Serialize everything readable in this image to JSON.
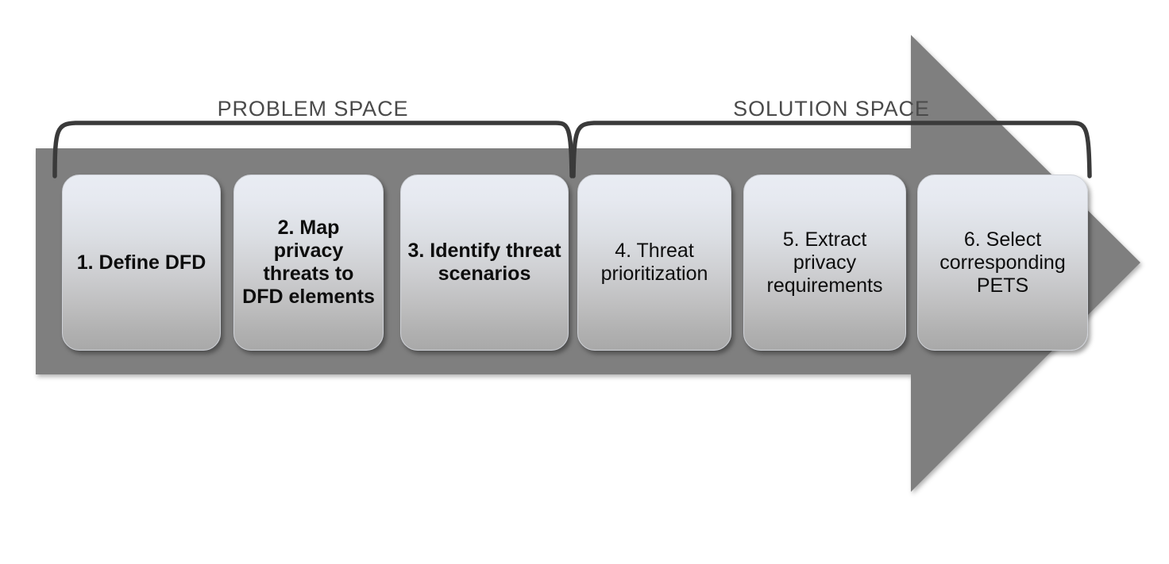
{
  "diagram": {
    "title": "Privacy threat modeling methodology process flow",
    "arrow": {
      "color": "#7f7f7f",
      "direction": "right"
    },
    "phases": [
      {
        "id": "problem-space",
        "label": "PROBLEM SPACE",
        "label_color": "#4a4a4a",
        "step_ids": [
          1,
          2,
          3
        ]
      },
      {
        "id": "solution-space",
        "label": "SOLUTION SPACE",
        "label_color": "#4a4a4a",
        "step_ids": [
          4,
          5,
          6
        ]
      }
    ],
    "steps": [
      {
        "number": "1",
        "label": "1. Define DFD",
        "emphasis": "bold",
        "phase": "problem-space"
      },
      {
        "number": "2",
        "label": "2. Map privacy threats to DFD elements",
        "emphasis": "bold",
        "phase": "problem-space"
      },
      {
        "number": "3",
        "label": "3. Identify threat scenarios",
        "emphasis": "bold",
        "phase": "problem-space"
      },
      {
        "number": "4",
        "label": "4. Threat prioritization",
        "emphasis": "regular",
        "phase": "solution-space"
      },
      {
        "number": "5",
        "label": "5. Extract privacy requirements",
        "emphasis": "regular",
        "phase": "solution-space"
      },
      {
        "number": "6",
        "label": "6. Select corresponding PETS",
        "emphasis": "regular",
        "phase": "solution-space"
      }
    ],
    "colors": {
      "arrow_gray": "#7f7f7f",
      "box_gradient_top": "#e9ecf3",
      "box_gradient_bottom": "#a9a9a9",
      "brace_stroke": "#3a3a3a",
      "text_dark": "#0d0d0d"
    }
  }
}
